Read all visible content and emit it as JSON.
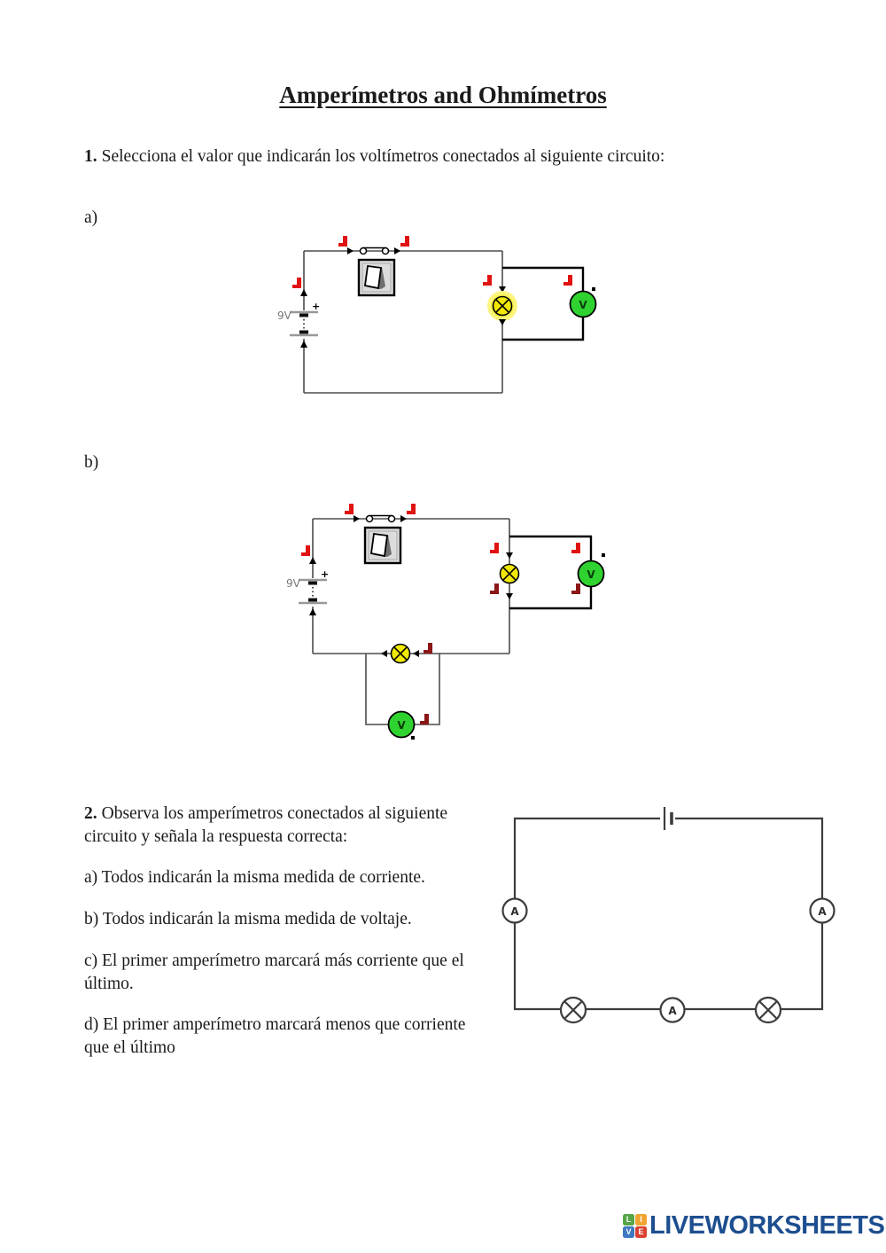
{
  "title": "Amperímetros and Ohmímetros",
  "question1": {
    "number": "1.",
    "text": "Selecciona el valor que indicarán los voltímetros conectados al siguiente circuito:",
    "part_a_label": "a)",
    "part_b_label": "b)"
  },
  "circuit_a": {
    "battery_voltage": "9V",
    "battery_plus_sign": "+",
    "voltmeter_label": "V"
  },
  "circuit_b": {
    "battery_voltage": "9V",
    "battery_plus_sign": "+",
    "voltmeter_right_label": "V",
    "voltmeter_bottom_label": "V"
  },
  "question2": {
    "number": "2.",
    "text": "Observa los amperímetros conectados al siguiente circuito y señala la respuesta correcta:",
    "options": [
      {
        "text": "a) Todos indicarán la misma medida de corriente."
      },
      {
        "text": "b) Todos indicarán la misma medida de voltaje."
      },
      {
        "text": "c) El primer amperímetro marcará más corriente que el último."
      },
      {
        "text": "d) El primer amperímetro marcará menos que corriente que el último"
      }
    ]
  },
  "circuit2": {
    "ammeter_left_label": "A",
    "ammeter_right_label": "A",
    "ammeter_bottom_label": "A"
  },
  "footer": {
    "logo_text": "LIVEWORKSHEETS",
    "logo_color": "#1d4e8f",
    "logo_squares": [
      {
        "letter": "L",
        "color": "#56a546"
      },
      {
        "letter": "I",
        "color": "#f0a432"
      },
      {
        "letter": "V",
        "color": "#3d79c2"
      },
      {
        "letter": "E",
        "color": "#da4132"
      }
    ]
  },
  "colors": {
    "lamp_yellow": "#f2e806",
    "lamp_glow": "#fcf57d",
    "meter_green": "#2fd32f",
    "clip_red": "#e11212",
    "clip_dark_red": "#8c1616",
    "main_wire": "#4d4d4d",
    "branch_wire": "#000000",
    "circuit2_line": "#3d3d3d"
  }
}
